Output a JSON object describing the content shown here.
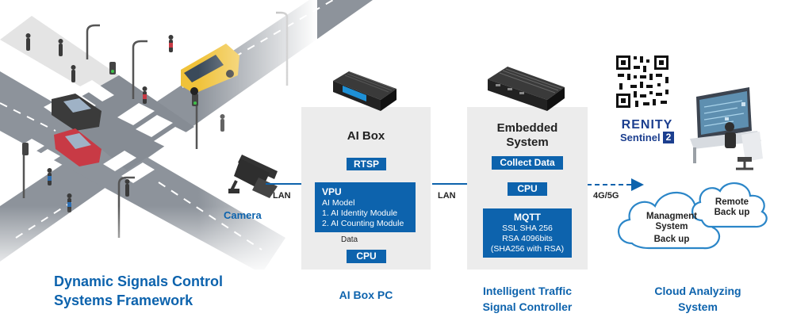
{
  "framework_title_line1": "Dynamic Signals Control",
  "framework_title_line2": "Systems Framework",
  "camera_label": "Camera",
  "links": {
    "lan1": "LAN",
    "lan2": "LAN",
    "wan": "4G/5G"
  },
  "ai_box": {
    "title": "AI Box",
    "rtsp": "RTSP",
    "vpu_title": "VPU",
    "vpu_lines": [
      "AI Model",
      "1. AI Identity Module",
      "2. AI Counting Module"
    ],
    "data_label": "Data",
    "cpu": "CPU",
    "caption": "AI Box PC"
  },
  "embedded": {
    "title_line1": "Embedded",
    "title_line2": "System",
    "collect": "Collect Data",
    "cpu": "CPU",
    "mqtt_title": "MQTT",
    "mqtt_lines": [
      "SSL SHA 256",
      "RSA 4096bits",
      "(SHA256 with RSA)"
    ],
    "caption_line1": "Intelligent Traffic",
    "caption_line2": "Signal Controller"
  },
  "cloud": {
    "management_line1": "Managment",
    "management_line2": "System",
    "backup": "Back up",
    "remote_line1": "Remote",
    "remote_line2": "Back up",
    "caption_line1": "Cloud Analyzing",
    "caption_line2": "System"
  },
  "brand": {
    "name": "RENITY",
    "product": "Sentinel",
    "badge": "2"
  },
  "colors": {
    "accent": "#0d63ad",
    "panel": "#ececec",
    "road": "#8d939b",
    "cloud_line": "#2b86c8"
  }
}
